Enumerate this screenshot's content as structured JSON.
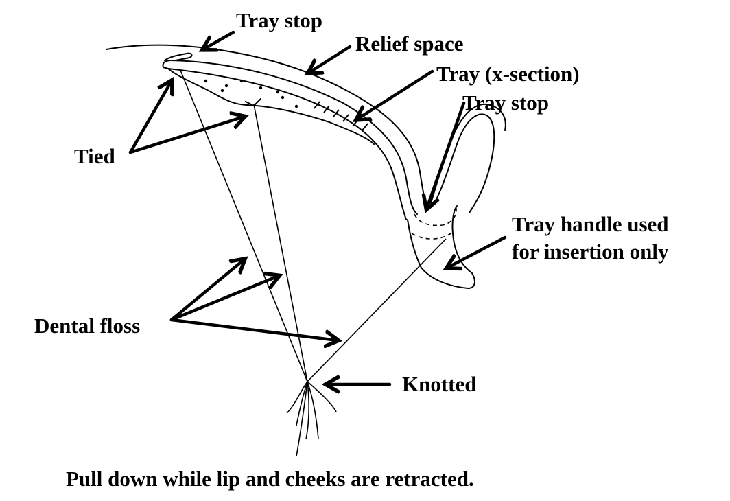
{
  "labels": {
    "tray_stop_top": "Tray stop",
    "relief_space": "Relief space",
    "tray_xsection": "Tray (x-section)",
    "tray_stop_right": "Tray stop",
    "tied": "Tied",
    "tray_handle_line1": "Tray handle used",
    "tray_handle_line2": "for insertion only",
    "dental_floss": "Dental floss",
    "knotted": "Knotted"
  },
  "caption": "Pull down while lip and cheeks are retracted."
}
